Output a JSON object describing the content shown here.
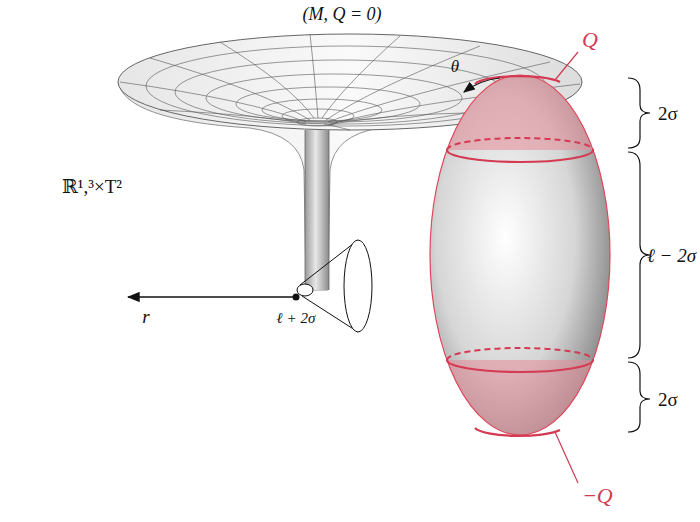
{
  "diagram": {
    "labels": [
      "(M, Q = 0)",
      "ℝ¹,³×T²",
      "θ",
      "Q",
      "2σ",
      "r",
      "ℓ + 2σ",
      "ℓ − 2σ",
      "2σ",
      "−Q"
    ]
  }
}
